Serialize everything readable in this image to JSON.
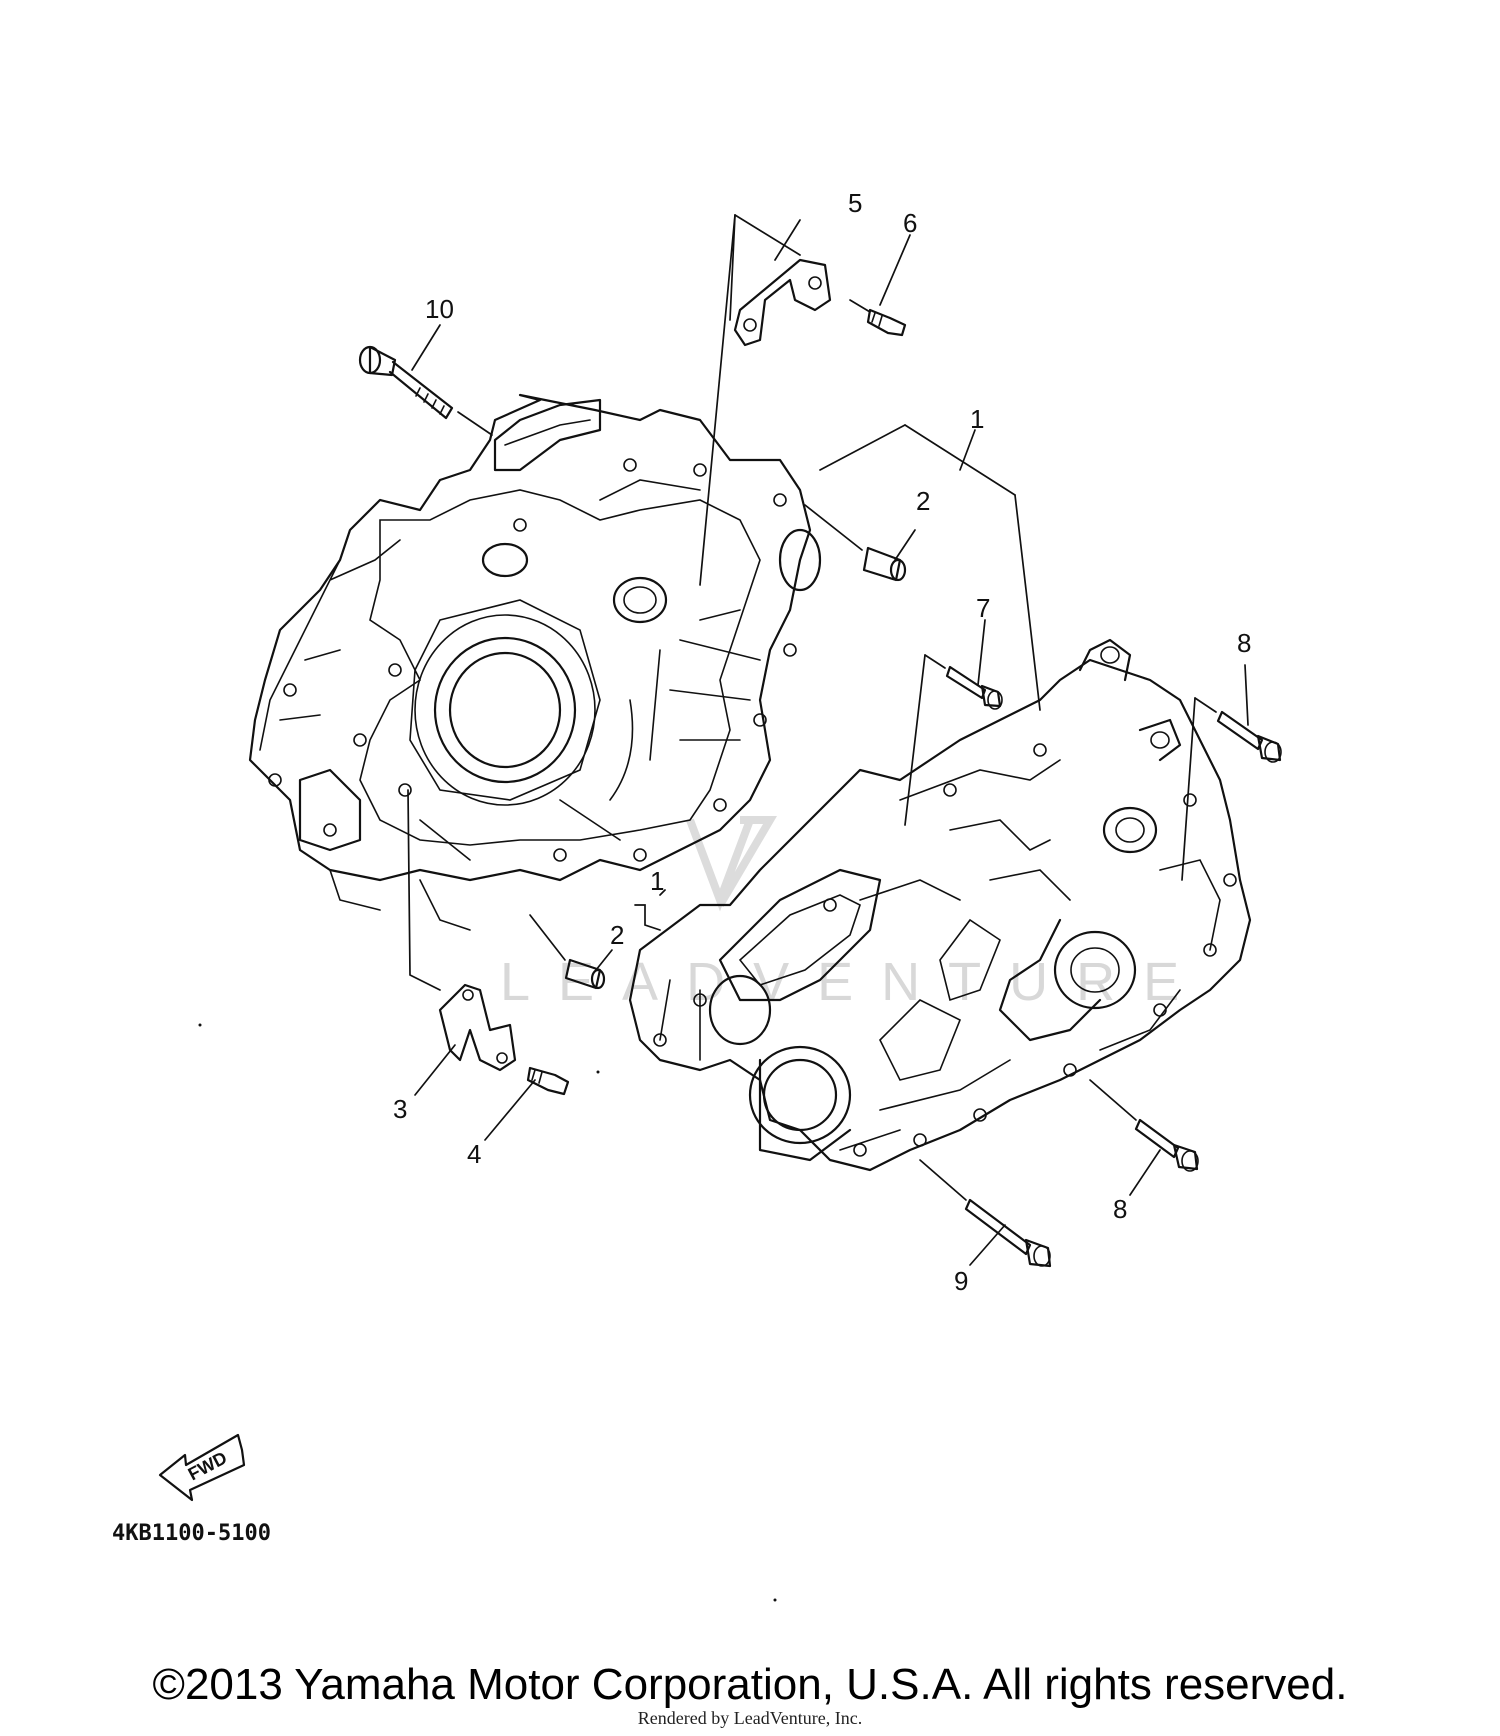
{
  "diagram": {
    "callouts": [
      "1",
      "2",
      "3",
      "4",
      "5",
      "6",
      "7",
      "8",
      "9",
      "10"
    ],
    "diagram_code": "4KB1100-5100",
    "fwd_label": "FWD",
    "watermark": "LEADVENTURE"
  },
  "footer": {
    "copyright": "©2013 Yamaha Motor Corporation, U.S.A. All rights reserved.",
    "rendered_by": "Rendered by LeadVenture, Inc."
  }
}
